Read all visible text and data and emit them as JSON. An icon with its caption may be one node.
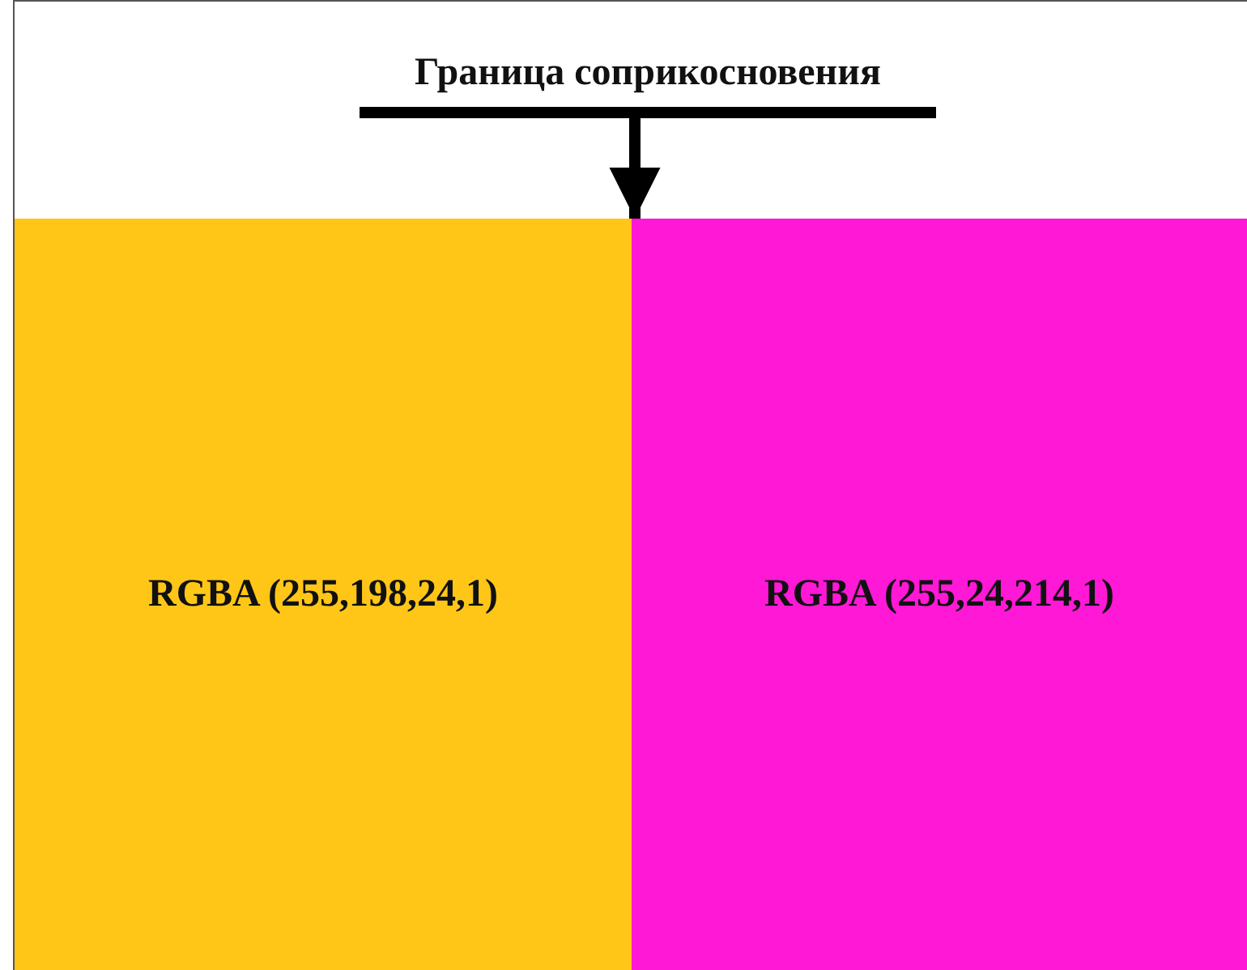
{
  "diagram": {
    "nodes": [
      {
        "text": [
          "Граница соприкосновения"
        ]
      },
      {
        "text": [
          "RGBA (255,198,24,1)"
        ]
      },
      {
        "text": [
          "RGBA (255,24,214,1)"
        ]
      }
    ],
    "edges": [
      {
        "from": 0,
        "to": 2,
        "arrow": "to"
      }
    ]
  }
}
